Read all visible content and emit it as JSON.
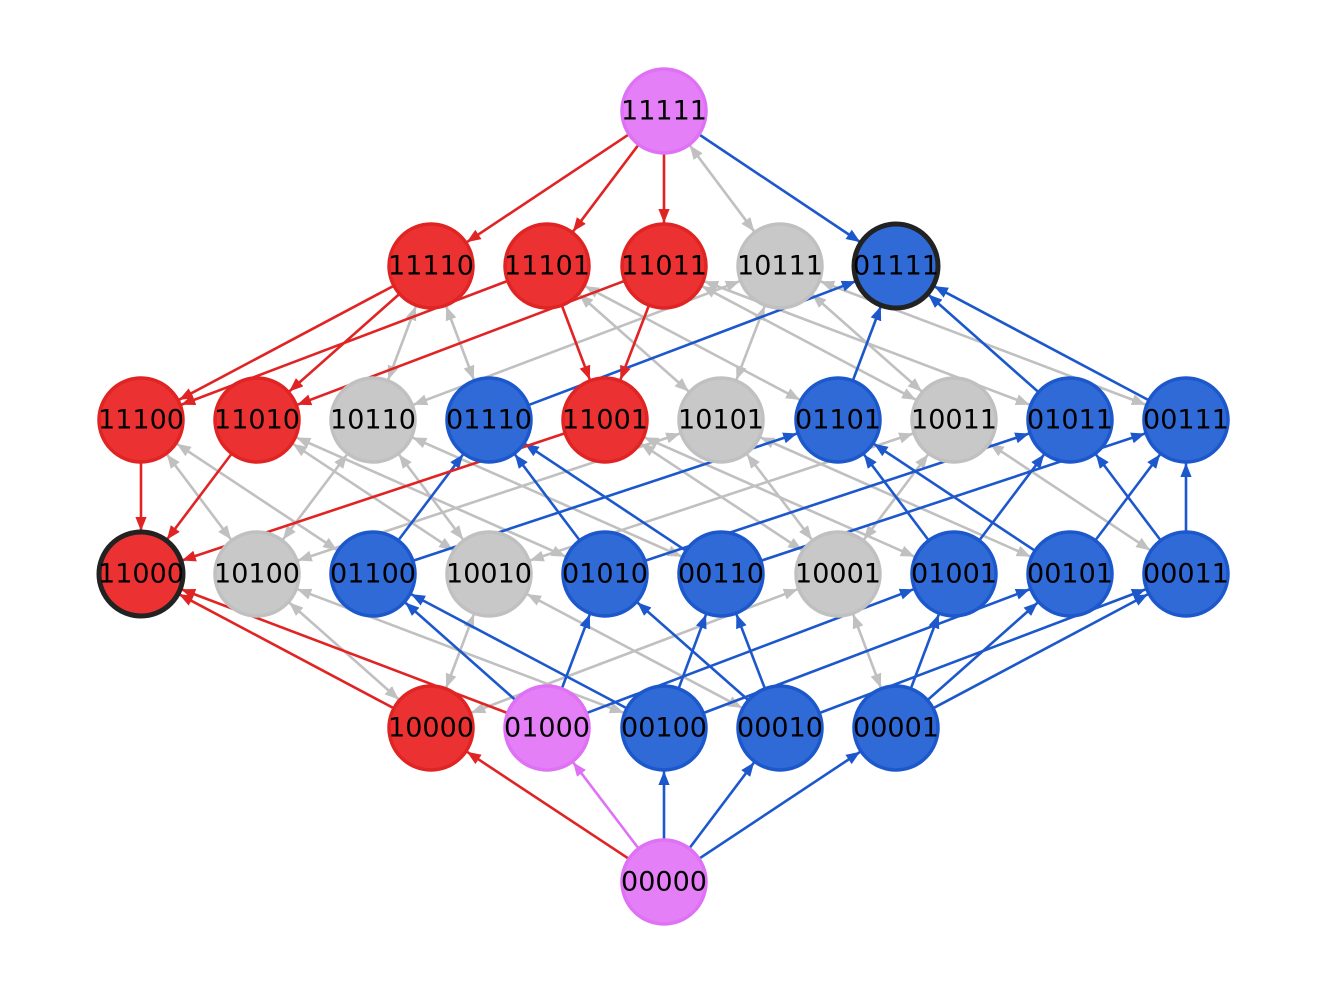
{
  "colors": {
    "red": "#eb3131",
    "red_edge": "#e02424",
    "blue": "#2f6ad6",
    "blue_edge": "#1c58cc",
    "gray": "#c8c8c8",
    "gray_edge": "#c0c0c0",
    "pink": "#e57ff7",
    "pink_edge": "#de71f4",
    "highlight_border": "#222222"
  },
  "nodes": [
    {
      "id": "11111",
      "label": "11111",
      "color": "pink"
    },
    {
      "id": "11110",
      "label": "11110",
      "color": "red"
    },
    {
      "id": "11101",
      "label": "11101",
      "color": "red"
    },
    {
      "id": "11011",
      "label": "11011",
      "color": "red"
    },
    {
      "id": "10111",
      "label": "10111",
      "color": "gray"
    },
    {
      "id": "01111",
      "label": "01111",
      "color": "blue",
      "highlight": true
    },
    {
      "id": "11100",
      "label": "11100",
      "color": "red"
    },
    {
      "id": "11010",
      "label": "11010",
      "color": "red"
    },
    {
      "id": "10110",
      "label": "10110",
      "color": "gray"
    },
    {
      "id": "01110",
      "label": "01110",
      "color": "blue"
    },
    {
      "id": "11001",
      "label": "11001",
      "color": "red"
    },
    {
      "id": "10101",
      "label": "10101",
      "color": "gray"
    },
    {
      "id": "01101",
      "label": "01101",
      "color": "blue"
    },
    {
      "id": "10011",
      "label": "10011",
      "color": "gray"
    },
    {
      "id": "01011",
      "label": "01011",
      "color": "blue"
    },
    {
      "id": "00111",
      "label": "00111",
      "color": "blue"
    },
    {
      "id": "11000",
      "label": "11000",
      "color": "red",
      "highlight": true
    },
    {
      "id": "10100",
      "label": "10100",
      "color": "gray"
    },
    {
      "id": "01100",
      "label": "01100",
      "color": "blue"
    },
    {
      "id": "10010",
      "label": "10010",
      "color": "gray"
    },
    {
      "id": "01010",
      "label": "01010",
      "color": "blue"
    },
    {
      "id": "00110",
      "label": "00110",
      "color": "blue"
    },
    {
      "id": "10001",
      "label": "10001",
      "color": "gray"
    },
    {
      "id": "01001",
      "label": "01001",
      "color": "blue"
    },
    {
      "id": "00101",
      "label": "00101",
      "color": "blue"
    },
    {
      "id": "00011",
      "label": "00011",
      "color": "blue"
    },
    {
      "id": "10000",
      "label": "10000",
      "color": "red"
    },
    {
      "id": "01000",
      "label": "01000",
      "color": "pink"
    },
    {
      "id": "00100",
      "label": "00100",
      "color": "blue"
    },
    {
      "id": "00010",
      "label": "00010",
      "color": "blue"
    },
    {
      "id": "00001",
      "label": "00001",
      "color": "blue"
    },
    {
      "id": "00000",
      "label": "00000",
      "color": "pink"
    }
  ],
  "edges": [
    {
      "from": "11111",
      "to": "11110",
      "color": "red"
    },
    {
      "from": "11111",
      "to": "11101",
      "color": "red"
    },
    {
      "from": "11111",
      "to": "11011",
      "color": "red"
    },
    {
      "from": "11111",
      "to": "01111",
      "color": "blue"
    },
    {
      "from": "11111",
      "to": "10111",
      "color": "gray",
      "both": true
    },
    {
      "from": "11110",
      "to": "11100",
      "color": "red"
    },
    {
      "from": "11110",
      "to": "11010",
      "color": "red"
    },
    {
      "from": "11101",
      "to": "11100",
      "color": "red"
    },
    {
      "from": "11101",
      "to": "11001",
      "color": "red"
    },
    {
      "from": "11011",
      "to": "11010",
      "color": "red"
    },
    {
      "from": "11011",
      "to": "11001",
      "color": "red"
    },
    {
      "from": "11100",
      "to": "11000",
      "color": "red"
    },
    {
      "from": "11010",
      "to": "11000",
      "color": "red"
    },
    {
      "from": "11001",
      "to": "11000",
      "color": "red"
    },
    {
      "from": "10000",
      "to": "11000",
      "color": "red"
    },
    {
      "from": "01000",
      "to": "11000",
      "color": "red"
    },
    {
      "from": "00000",
      "to": "10000",
      "color": "red"
    },
    {
      "from": "00000",
      "to": "01000",
      "color": "pink"
    },
    {
      "from": "00000",
      "to": "00100",
      "color": "blue"
    },
    {
      "from": "00000",
      "to": "00010",
      "color": "blue"
    },
    {
      "from": "00000",
      "to": "00001",
      "color": "blue"
    },
    {
      "from": "01000",
      "to": "01100",
      "color": "blue"
    },
    {
      "from": "01000",
      "to": "01010",
      "color": "blue"
    },
    {
      "from": "01000",
      "to": "01001",
      "color": "blue"
    },
    {
      "from": "00100",
      "to": "01100",
      "color": "blue"
    },
    {
      "from": "00100",
      "to": "00110",
      "color": "blue"
    },
    {
      "from": "00100",
      "to": "00101",
      "color": "blue"
    },
    {
      "from": "00010",
      "to": "01010",
      "color": "blue"
    },
    {
      "from": "00010",
      "to": "00110",
      "color": "blue"
    },
    {
      "from": "00010",
      "to": "00011",
      "color": "blue"
    },
    {
      "from": "00001",
      "to": "01001",
      "color": "blue"
    },
    {
      "from": "00001",
      "to": "00101",
      "color": "blue"
    },
    {
      "from": "00001",
      "to": "00011",
      "color": "blue"
    },
    {
      "from": "01100",
      "to": "01110",
      "color": "blue"
    },
    {
      "from": "01100",
      "to": "01101",
      "color": "blue"
    },
    {
      "from": "01010",
      "to": "01110",
      "color": "blue"
    },
    {
      "from": "01010",
      "to": "01011",
      "color": "blue"
    },
    {
      "from": "00110",
      "to": "01110",
      "color": "blue"
    },
    {
      "from": "00110",
      "to": "00111",
      "color": "blue"
    },
    {
      "from": "01001",
      "to": "01101",
      "color": "blue"
    },
    {
      "from": "01001",
      "to": "01011",
      "color": "blue"
    },
    {
      "from": "00101",
      "to": "01101",
      "color": "blue"
    },
    {
      "from": "00101",
      "to": "00111",
      "color": "blue"
    },
    {
      "from": "00011",
      "to": "01011",
      "color": "blue"
    },
    {
      "from": "00011",
      "to": "00111",
      "color": "blue"
    },
    {
      "from": "01110",
      "to": "01111",
      "color": "blue"
    },
    {
      "from": "01101",
      "to": "01111",
      "color": "blue"
    },
    {
      "from": "01011",
      "to": "01111",
      "color": "blue"
    },
    {
      "from": "00111",
      "to": "01111",
      "color": "blue"
    },
    {
      "from": "11110",
      "to": "10110",
      "color": "gray",
      "both": true
    },
    {
      "from": "11110",
      "to": "01110",
      "color": "gray",
      "both": true
    },
    {
      "from": "11101",
      "to": "10101",
      "color": "gray",
      "both": true
    },
    {
      "from": "11101",
      "to": "01101",
      "color": "gray",
      "both": true
    },
    {
      "from": "11011",
      "to": "10011",
      "color": "gray",
      "both": true
    },
    {
      "from": "11011",
      "to": "01011",
      "color": "gray",
      "both": true
    },
    {
      "from": "10111",
      "to": "10110",
      "color": "gray",
      "both": true
    },
    {
      "from": "10111",
      "to": "10101",
      "color": "gray",
      "both": true
    },
    {
      "from": "10111",
      "to": "10011",
      "color": "gray",
      "both": true
    },
    {
      "from": "10111",
      "to": "00111",
      "color": "gray",
      "both": true
    },
    {
      "from": "11100",
      "to": "10100",
      "color": "gray",
      "both": true
    },
    {
      "from": "11100",
      "to": "01100",
      "color": "gray",
      "both": true
    },
    {
      "from": "11010",
      "to": "10010",
      "color": "gray",
      "both": true
    },
    {
      "from": "11010",
      "to": "01010",
      "color": "gray",
      "both": true
    },
    {
      "from": "11001",
      "to": "10001",
      "color": "gray",
      "both": true
    },
    {
      "from": "11001",
      "to": "01001",
      "color": "gray",
      "both": true
    },
    {
      "from": "10110",
      "to": "10100",
      "color": "gray",
      "both": true
    },
    {
      "from": "10110",
      "to": "10010",
      "color": "gray",
      "both": true
    },
    {
      "from": "10110",
      "to": "00110",
      "color": "gray",
      "both": true
    },
    {
      "from": "10101",
      "to": "10100",
      "color": "gray",
      "both": true
    },
    {
      "from": "10101",
      "to": "10001",
      "color": "gray",
      "both": true
    },
    {
      "from": "10101",
      "to": "00101",
      "color": "gray",
      "both": true
    },
    {
      "from": "10011",
      "to": "10010",
      "color": "gray",
      "both": true
    },
    {
      "from": "10011",
      "to": "10001",
      "color": "gray",
      "both": true
    },
    {
      "from": "10011",
      "to": "00011",
      "color": "gray",
      "both": true
    },
    {
      "from": "10100",
      "to": "10000",
      "color": "gray",
      "both": true
    },
    {
      "from": "10100",
      "to": "00100",
      "color": "gray",
      "both": true
    },
    {
      "from": "10010",
      "to": "10000",
      "color": "gray",
      "both": true
    },
    {
      "from": "10010",
      "to": "00010",
      "color": "gray",
      "both": true
    },
    {
      "from": "10001",
      "to": "10000",
      "color": "gray",
      "both": true
    },
    {
      "from": "10001",
      "to": "00001",
      "color": "gray",
      "both": true
    }
  ]
}
